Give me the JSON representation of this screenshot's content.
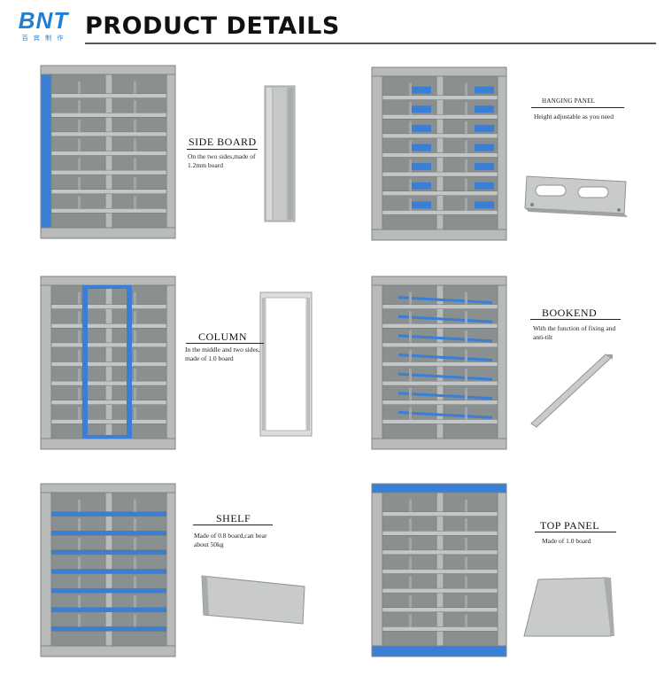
{
  "brand": {
    "logo_text": "BNT",
    "logo_sub": "百 宾 制 作"
  },
  "page_title": "PRODUCT DETAILS",
  "colors": {
    "accent_blue": "#3a7fd6",
    "shelf_gray": "#b9bbbb",
    "shelf_dark": "#6f7474"
  },
  "features": [
    {
      "name": "SIDE BOARD",
      "description": "On the two sides,made of 1.2mm board",
      "highlight": "side-board"
    },
    {
      "name": "HANGING PANEL",
      "description": "Height adjustable as you need",
      "highlight": "hanging-panel"
    },
    {
      "name": "COLUMN",
      "description": "In the middle and two sides, made of 1.0 board",
      "highlight": "column"
    },
    {
      "name": "BOOKEND",
      "description": "With the function of fixing and anti-tilt",
      "highlight": "bookend"
    },
    {
      "name": "SHELF",
      "description": "Made of 0.8 board,can bear about 50kg",
      "highlight": "shelf"
    },
    {
      "name": "TOP PANEL",
      "description": "Made of 1.0 board",
      "highlight": "top-panel"
    }
  ]
}
